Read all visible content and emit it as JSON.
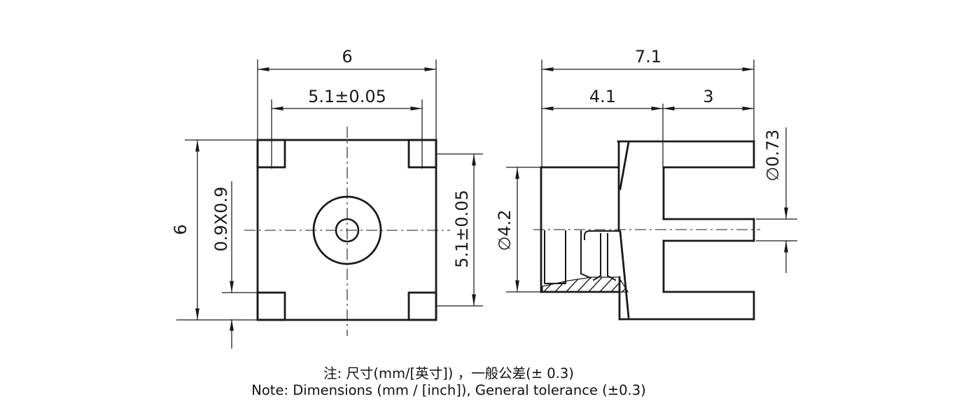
{
  "page": {
    "background": "#ffffff",
    "line_color": "#1a1a1a"
  },
  "front_view": {
    "dim_width": "6",
    "dim_pad_pitch_h": "5.1±0.05",
    "dim_height": "6",
    "dim_pad_size": "0.9X0.9",
    "dim_pad_pitch_v": "5.1±0.05"
  },
  "side_view": {
    "dim_total_height": "7.1",
    "dim_body_height": "4.1",
    "dim_leg_length": "3",
    "dim_body_diameter": "∅4.2",
    "dim_pin_diameter": "∅0.73"
  },
  "notes": {
    "zh": "注: 尺寸(mm/[英寸]) ，一般公差(± 0.3)",
    "en": "Note: Dimensions (mm / [inch]), General tolerance (±0.3)"
  }
}
